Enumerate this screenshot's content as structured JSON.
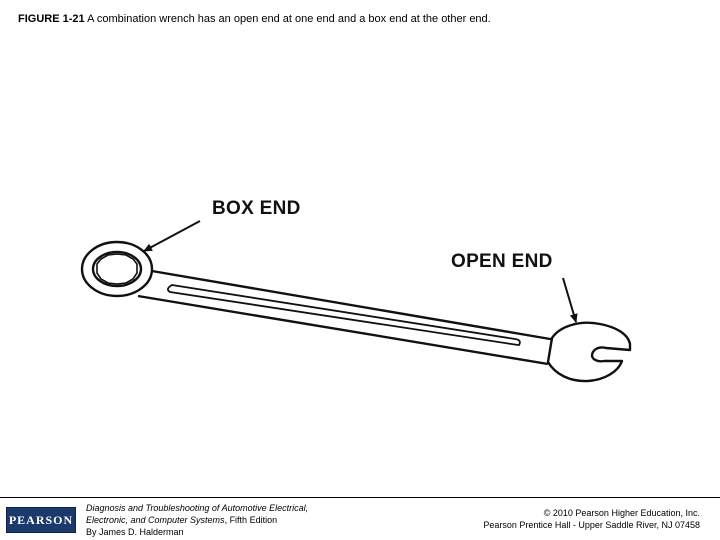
{
  "caption": {
    "label": "FIGURE 1-21",
    "text": " A combination wrench has an open end at one end and a box end at the other end."
  },
  "figure": {
    "callouts": {
      "box_end": "BOX END",
      "open_end": "OPEN END"
    }
  },
  "footer": {
    "logo_text": "PEARSON",
    "book": {
      "title_line1": "Diagnosis and Troubleshooting of Automotive Electrical,",
      "title_line2": "Electronic, and Computer Systems",
      "edition": ", Fifth Edition",
      "author": "By James D. Halderman"
    },
    "copyright": {
      "line1": "© 2010 Pearson Higher Education, Inc.",
      "line2": "Pearson Prentice Hall - Upper Saddle River, NJ 07458"
    }
  },
  "colors": {
    "logo_background": "#1b3a6b",
    "ink": "#000000"
  }
}
